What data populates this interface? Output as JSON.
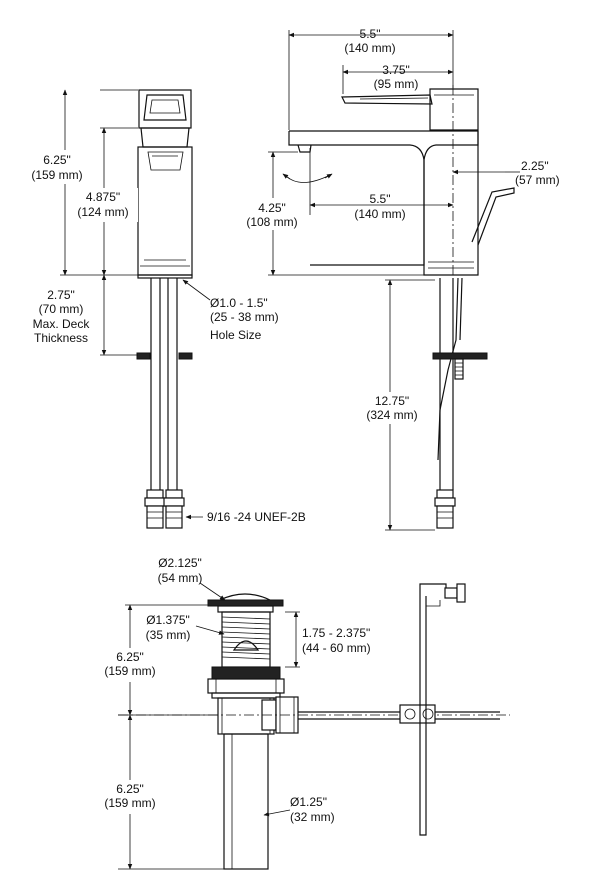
{
  "front_view": {
    "overall_height": {
      "imperial": "6.25\"",
      "metric": "(159 mm)"
    },
    "spout_height": {
      "imperial": "4.875\"",
      "metric": "(124 mm)"
    },
    "deck_thickness": {
      "imperial": "2.75\"",
      "metric": "(70 mm)",
      "label_line1": "Max. Deck",
      "label_line2": "Thickness"
    },
    "hole_size": {
      "imperial": "Ø1.0 - 1.5\"",
      "metric": "(25 - 38 mm)",
      "label": "Hole Size"
    },
    "connection": "9/16 -24 UNEF-2B"
  },
  "side_view": {
    "overall_depth": {
      "imperial": "5.5\"",
      "metric": "(140 mm)"
    },
    "handle_length": {
      "imperial": "3.75\"",
      "metric": "(95 mm)"
    },
    "spout_reach": {
      "imperial": "5.5\"",
      "metric": "(140 mm)"
    },
    "spout_clearance": {
      "imperial": "4.25\"",
      "metric": "(108 mm)"
    },
    "lift_rod_offset": {
      "imperial": "2.25\"",
      "metric": "(57 mm)"
    },
    "supply_length": {
      "imperial": "12.75\"",
      "metric": "(324 mm)"
    }
  },
  "drain_view": {
    "flange_dia": {
      "imperial": "Ø2.125\"",
      "metric": "(54 mm)"
    },
    "body_dia": {
      "imperial": "Ø1.375\"",
      "metric": "(35 mm)"
    },
    "thread_range": {
      "imperial": "1.75 - 2.375\"",
      "metric": "(44 - 60 mm)"
    },
    "upper_height": {
      "imperial": "6.25\"",
      "metric": "(159 mm)"
    },
    "lower_height": {
      "imperial": "6.25\"",
      "metric": "(159 mm)"
    },
    "tailpiece_dia": {
      "imperial": "Ø1.25\"",
      "metric": "(32 mm)"
    }
  }
}
